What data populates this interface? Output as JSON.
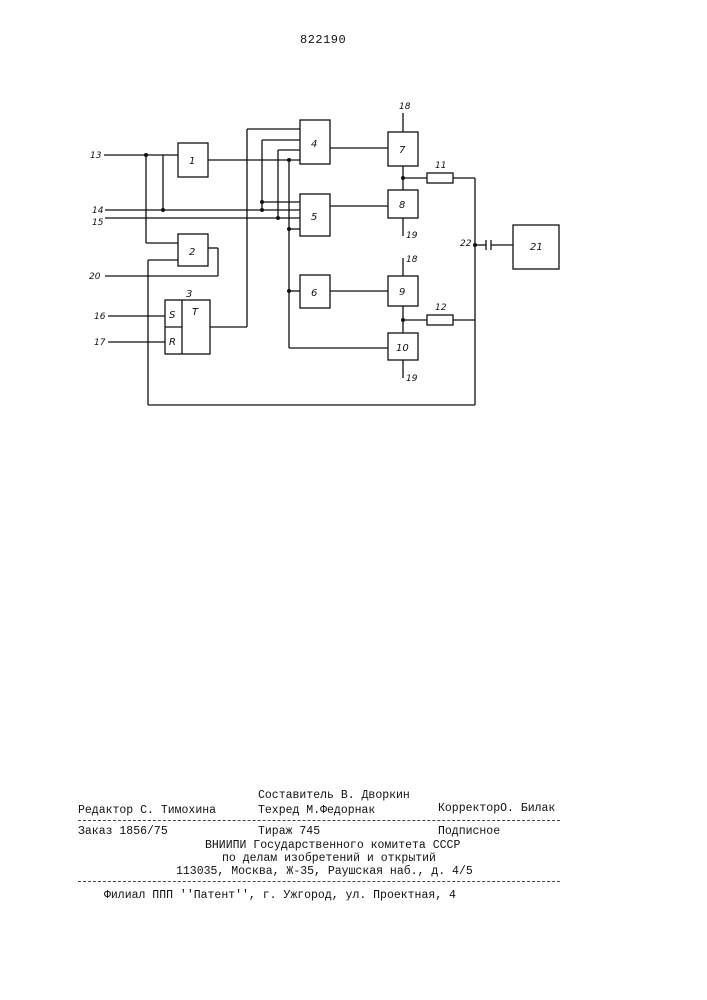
{
  "patent_number": "822190",
  "diagram": {
    "blocks": [
      "1",
      "2",
      "4",
      "5",
      "6",
      "7",
      "8",
      "9",
      "10",
      "21"
    ],
    "trigger": {
      "number": "3",
      "inputs": [
        "S",
        "R"
      ],
      "type": "T"
    },
    "resistors": [
      "11",
      "12"
    ],
    "inputs": [
      "13",
      "14",
      "15",
      "16",
      "17",
      "20"
    ],
    "supply": [
      "18",
      "19",
      "18",
      "19"
    ],
    "node": "22"
  },
  "imprint": {
    "compiler": "Составитель В. Дворкин",
    "editor": "Редактор С. Тимохина",
    "techred": "Техред М.Федорнак",
    "corrector": "КорректорО. Билак",
    "order": "Заказ 1856/75",
    "circulation": "Тираж 745",
    "subscription": "Подписное",
    "org_line1": "ВНИИПИ Государственного комитета СССР",
    "org_line2": "по делам изобретений и открытий",
    "address": "113035, Москва, Ж-35, Раушская наб., д. 4/5",
    "branch": "Филиал ППП ''Патент'', г. Ужгород, ул. Проектная, 4"
  }
}
